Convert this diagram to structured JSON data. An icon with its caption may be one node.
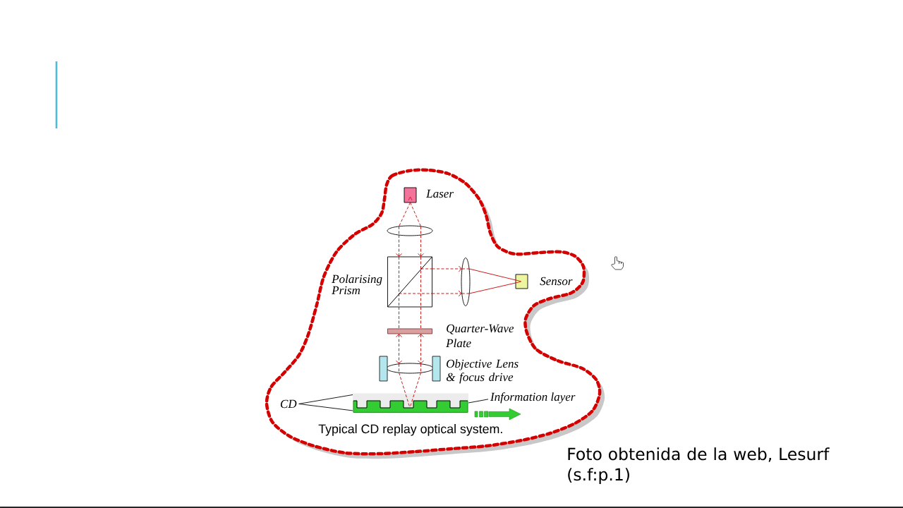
{
  "diagram": {
    "caption": "Typical CD replay optical system.",
    "nodes": [
      {
        "text": [],
        "shape": "box",
        "beside": [
          "Laser"
        ]
      },
      {
        "text": [],
        "shape": "lens"
      },
      {
        "text": [],
        "shape": "box",
        "beside": [
          "Polarising Prism"
        ]
      },
      {
        "text": [],
        "shape": "lens"
      },
      {
        "text": [],
        "shape": "box",
        "beside": [
          "Sensor"
        ]
      },
      {
        "text": [],
        "shape": "bar",
        "beside": [
          "Quarter-Wave Plate"
        ]
      },
      {
        "text": [],
        "shape": "lens",
        "beside": [
          "Objective Lens & focus drive"
        ]
      },
      {
        "text": [
          "CD"
        ]
      },
      {
        "text": [],
        "shape": "bar"
      },
      {
        "text": [
          "Information layer"
        ]
      }
    ],
    "edges": [
      {
        "from": 0,
        "to": 1,
        "arrow": "none",
        "style": "dashed",
        "color": "#cc0000"
      },
      {
        "from": 0,
        "to": 1,
        "arrow": "none",
        "style": "dashed",
        "color": "#cc0000"
      },
      {
        "from": 1,
        "to": 2,
        "arrow": "to",
        "style": "dashed",
        "color": "#cc0000"
      },
      {
        "from": 1,
        "to": 2,
        "arrow": "to",
        "style": "dashed",
        "color": "#cc0000"
      },
      {
        "from": 2,
        "to": 3,
        "arrow": "to",
        "style": "dashed",
        "color": "#cc0000"
      },
      {
        "from": 2,
        "to": 3,
        "arrow": "to",
        "style": "dashed",
        "color": "#cc0000"
      },
      {
        "from": 3,
        "to": 4,
        "arrow": "none",
        "color": "#cc0000"
      },
      {
        "from": 3,
        "to": 4,
        "arrow": "none",
        "color": "#cc0000"
      },
      {
        "from": 2,
        "to": 5,
        "arrow": "none",
        "style": "dashed",
        "color": "#cc0000"
      },
      {
        "from": 2,
        "to": 5,
        "arrow": "none",
        "style": "dashed",
        "color": "#cc0000"
      },
      {
        "from": 5,
        "to": 6,
        "arrow": "both",
        "style": "dashed",
        "color": "#cc0000"
      },
      {
        "from": 5,
        "to": 6,
        "arrow": "both",
        "style": "dashed",
        "color": "#cc0000"
      },
      {
        "from": 6,
        "to": 8,
        "arrow": "none",
        "style": "dashed",
        "color": "#cc0000"
      },
      {
        "from": 6,
        "to": 8,
        "arrow": "none",
        "style": "dashed",
        "color": "#cc0000"
      },
      {
        "from": 7,
        "to": 8,
        "arrow": "none",
        "color": "#000000"
      },
      {
        "from": 7,
        "to": 8,
        "arrow": "none",
        "color": "#000000"
      },
      {
        "from": 9,
        "to": 8,
        "arrow": "none",
        "color": "#000000"
      }
    ],
    "labels": [
      "Foto obtenida de la web, Lesurf (s.f:p.1)"
    ]
  }
}
